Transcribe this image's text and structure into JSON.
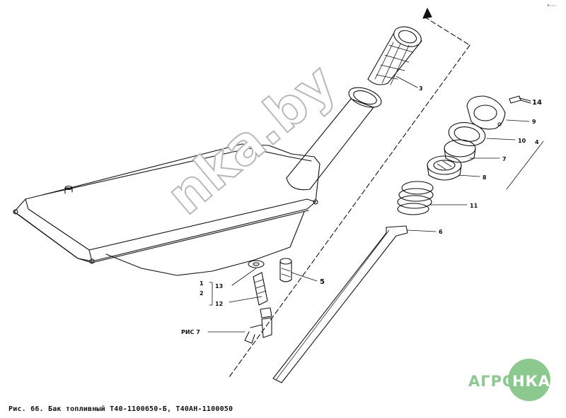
{
  "caption": "Рис. 66. Бак топливный Т40-1100650-Б, Т40АН-1100050",
  "logo_text": [
    "АГРО",
    "НКА"
  ],
  "corner_mark": "ᵖ◦◦◦",
  "parts": {
    "p3": "3",
    "p14": "14",
    "p9": "9",
    "p10": "10",
    "p4": "4",
    "p7": "7",
    "p8": "8",
    "p11": "11",
    "p6": "6",
    "p5": "5",
    "p1": "1",
    "p13": "13",
    "p2": "2",
    "p12": "12",
    "ref": "РИС 7"
  },
  "colors": {
    "line": "#111111",
    "logo": "#8bc98f",
    "watermark": "#b8b8b8"
  }
}
